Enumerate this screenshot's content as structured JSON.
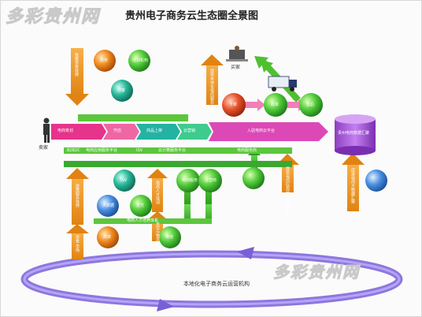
{
  "title": "贵州电子商务云生态圈全景图",
  "watermark": "多彩贵州网",
  "bottom_label": "本地化电子商务云运营机构",
  "pipeline": [
    "电商筹划",
    "开店",
    "商品上架",
    "云营销",
    "入驻电商云平台"
  ],
  "left_person": "卖家",
  "top_person": "买家",
  "database": "贵州电商数据汇聚",
  "row2": [
    "B2B2C",
    "电商应用服务平台",
    "ISV",
    "云计算服务平台",
    "电商服务商"
  ],
  "vertical_bars": [
    "政策资金扶持",
    "政策服务扶持",
    "资金 市场",
    "电商人才培训",
    "支付与物流",
    "提供电商应用开发与云服务",
    "提供本地化电商服务支撑",
    "促进电商大数据汇聚"
  ],
  "circles": [
    "高校",
    "培训机构",
    "创客",
    "下单",
    "收单",
    "售后",
    "ISV",
    "电商服务",
    "运营商",
    "大数据",
    "支付",
    "高校",
    "物流"
  ],
  "small_banner": "电商人才培养体系"
}
